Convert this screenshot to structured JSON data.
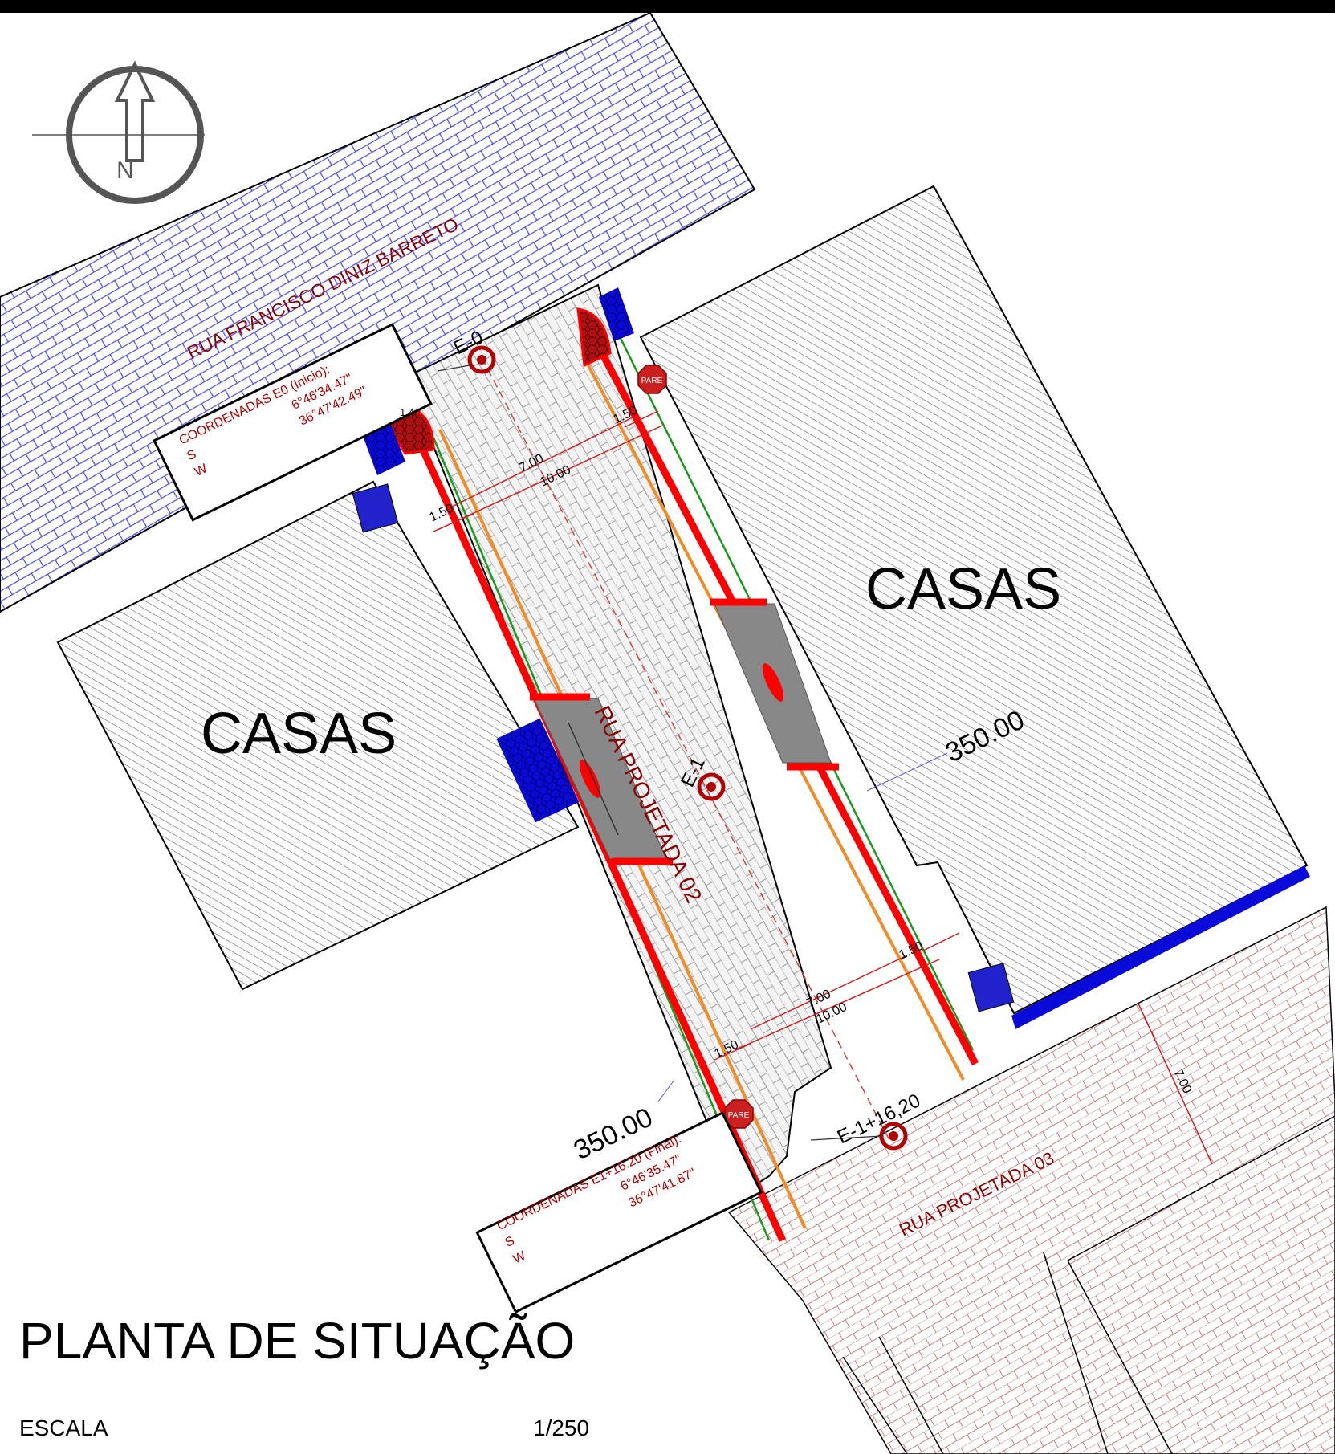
{
  "colors": {
    "road_tile": "#4e4ee0",
    "hatch": "#444444",
    "curb_red": "#ff0000",
    "gutter_orange": "#f28c28",
    "edge_green": "#1a9a1a",
    "dark_red_text": "#8b0000",
    "blue_block": "#0a0ad8",
    "pink_tile": "#c88080",
    "gray_crossing": "#888888"
  },
  "streets": {
    "top": "RUA FRANCISCO DINIZ BARRETO",
    "main": "RUA PROJETADA 02",
    "bottom": "RUA PROJETADA 03"
  },
  "blocks": {
    "left": "CASAS",
    "right": "CASAS"
  },
  "stations": {
    "e0": "E-0",
    "e1": "E-1",
    "e1_final": "E-1+16,20"
  },
  "coords_start": {
    "title": "COORDENADAS E0 (Inicio):",
    "s_label": "S",
    "s_value": "6°46'34.47\"",
    "w_label": "W",
    "w_value": "36°47'42.49\""
  },
  "coords_end": {
    "title": "COORDENADAS E1+16.20 (Final):",
    "s_label": "S",
    "s_value": "6°46'35.47\"",
    "w_label": "W",
    "w_value": "36°47'41.87\""
  },
  "dimensions": {
    "sidewalk": "1.50",
    "lane": "7.00",
    "total": "10.00",
    "radius": "350.00",
    "cross_width": "7.00",
    "corner": "1.4"
  },
  "signs": {
    "stop": "PARE"
  },
  "compass": {
    "north": "N"
  },
  "title_block": {
    "title": "PLANTA DE SITUAÇÃO",
    "scale_label": "ESCALA",
    "scale_value": "1/250"
  }
}
